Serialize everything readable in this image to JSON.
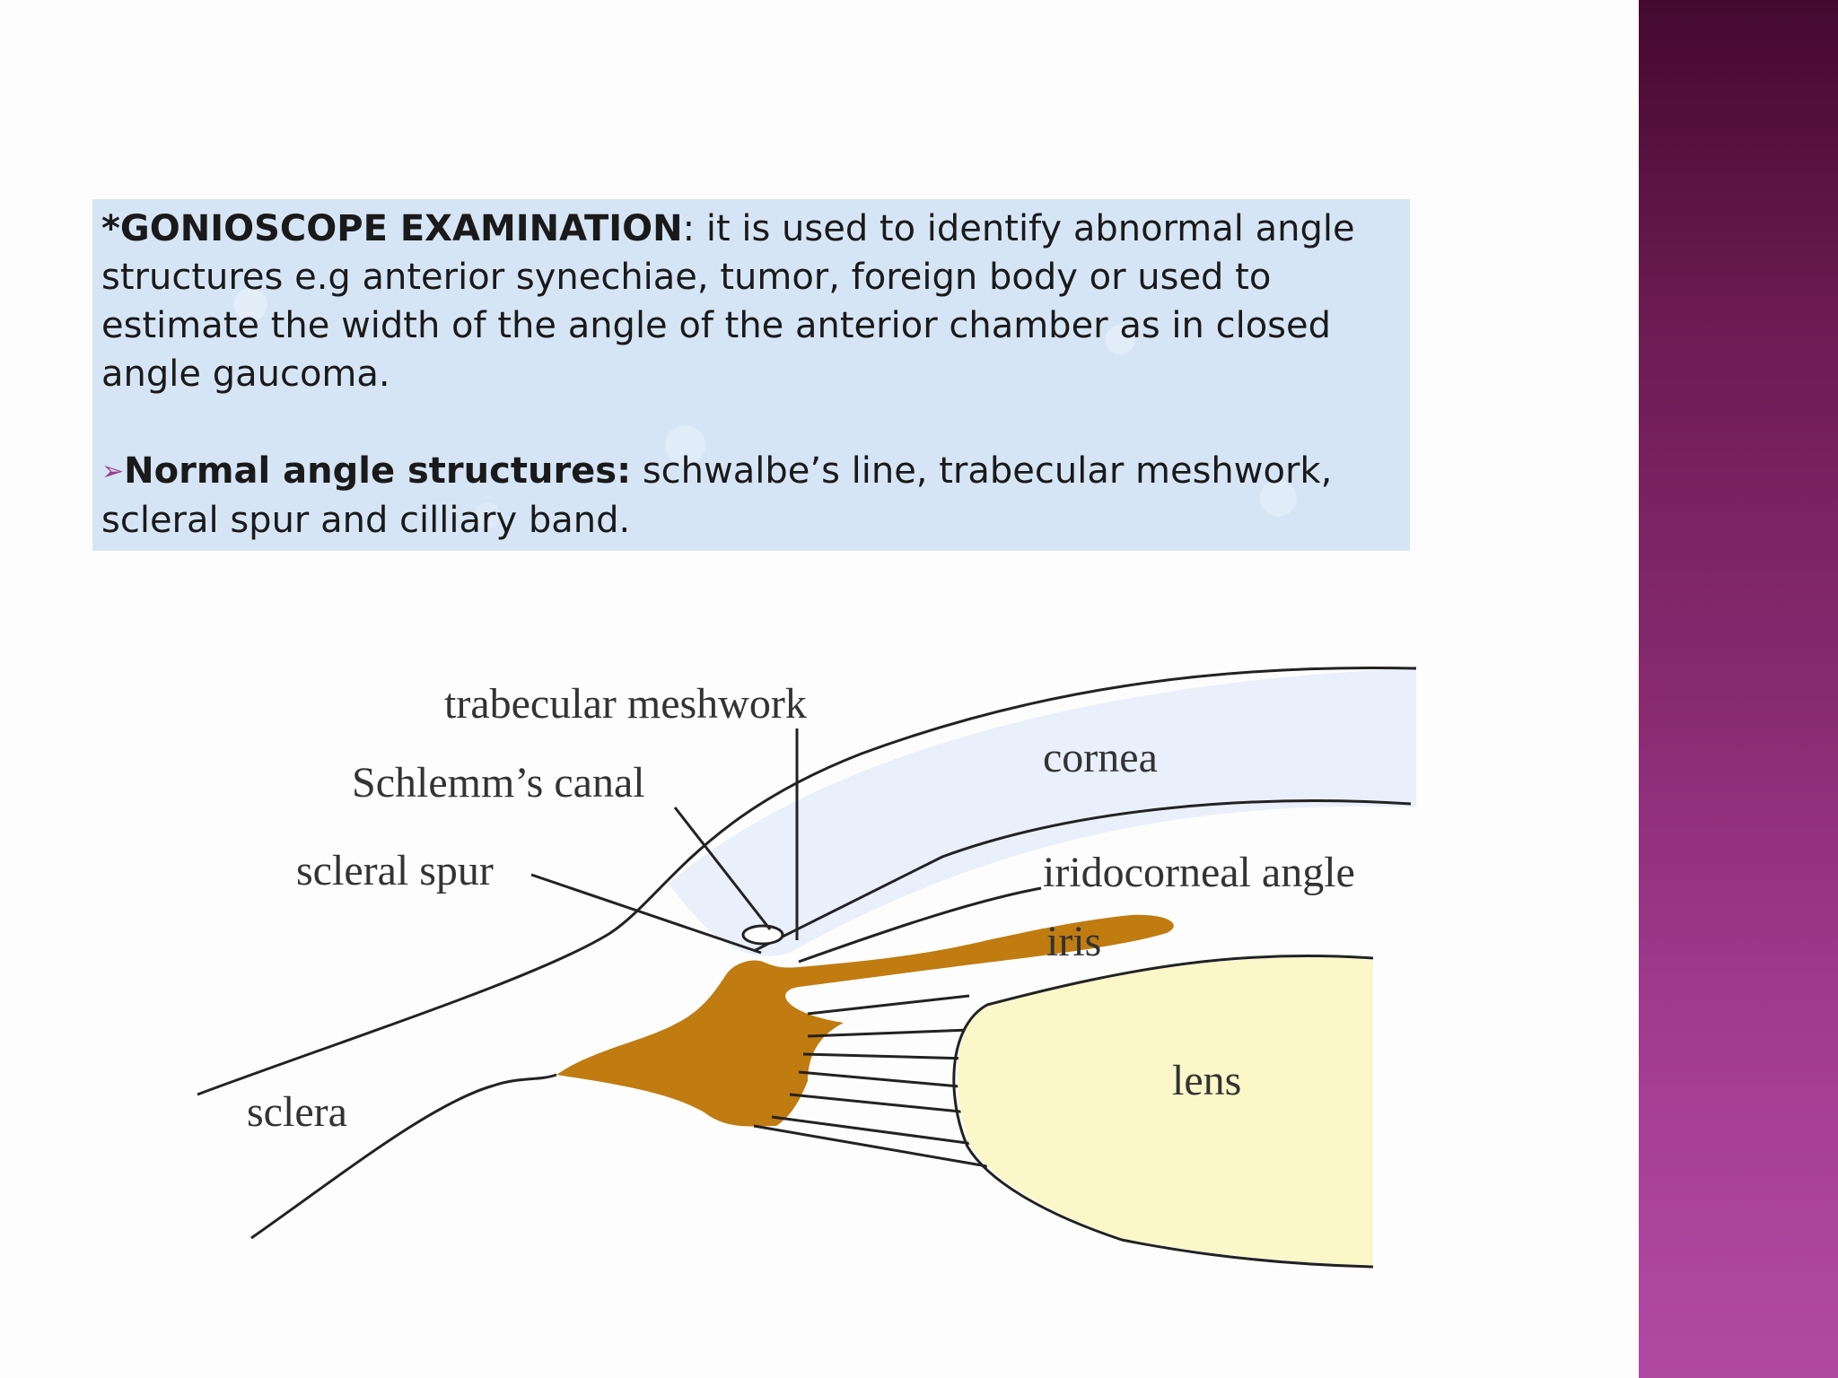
{
  "paragraph": {
    "term": "*GONIOSCOPE EXAMINATION",
    "text": ": it is used to identify abnormal angle structures e.g  anterior synechiae, tumor, foreign body or used to estimate the width of the angle of the anterior chamber as in closed angle gaucoma."
  },
  "bullet": {
    "icon": "arrowhead-bullet-icon",
    "term": "Normal angle structures:",
    "text": " schwalbe’s line, trabecular meshwork, scleral spur and cilliary band."
  },
  "diagram": {
    "labels": {
      "trabecular_meshwork": "trabecular meshwork",
      "schlemms_canal": "Schlemm’s canal",
      "scleral_spur": "scleral spur",
      "cornea": "cornea",
      "iridocorneal_angle": "iridocorneal angle",
      "iris": "iris",
      "lens": "lens",
      "sclera": "sclera"
    },
    "colors": {
      "cornea": "#e9f0fb",
      "iris": "#c07c10",
      "lens": "#fbf7c8",
      "line": "#222222"
    }
  },
  "colors": {
    "text_box_bg": "#d6e5f6",
    "side_bar_top": "#45092f",
    "side_bar_bottom": "#b049a2",
    "bullet": "#9b3f8f"
  }
}
